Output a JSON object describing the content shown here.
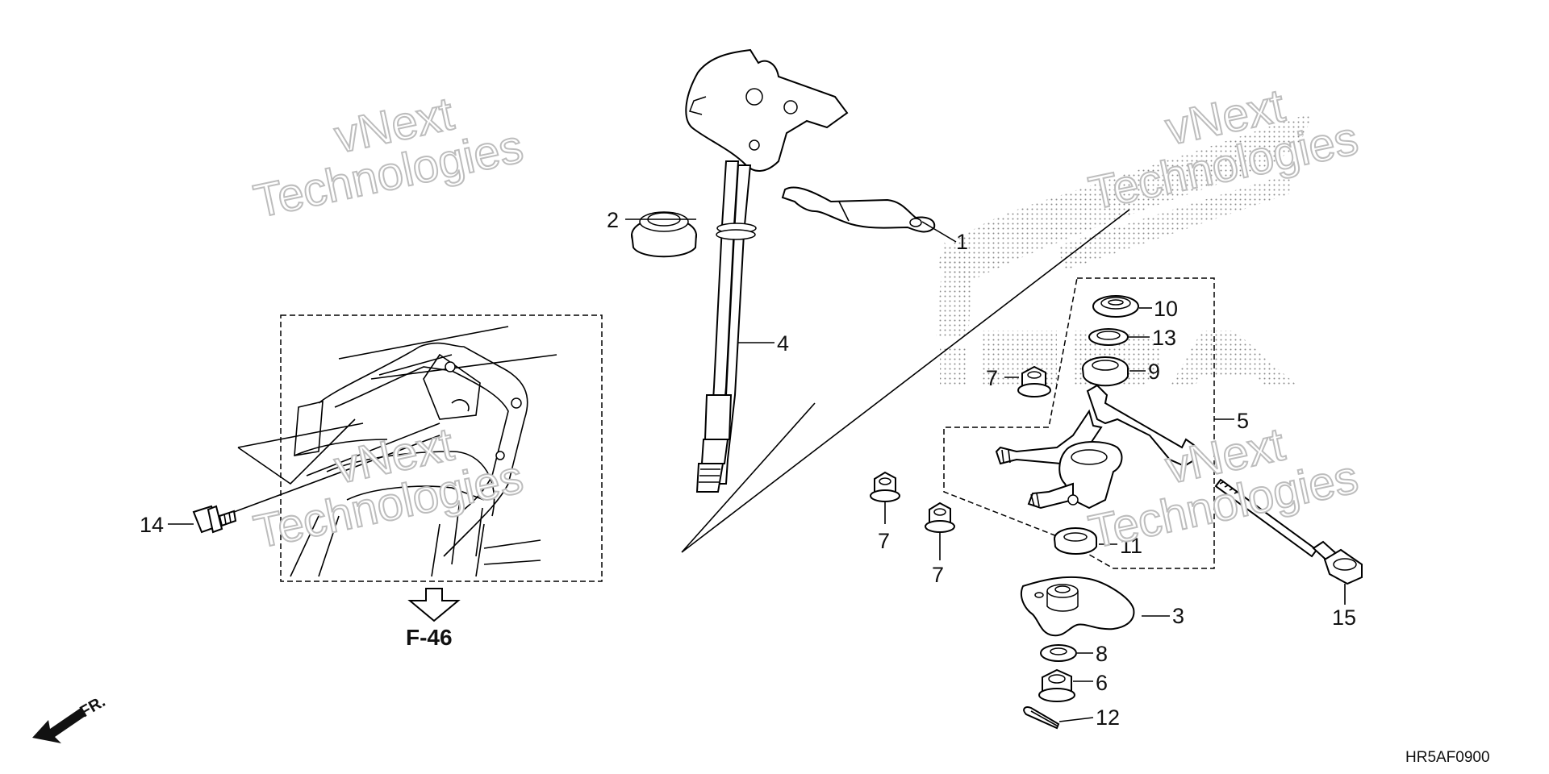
{
  "diagram": {
    "diagram_code": "HR5AF0900",
    "reference": "F-46",
    "direction_label": "FR.",
    "watermark": [
      "vNext",
      "Technologies"
    ],
    "callouts": [
      {
        "id": "c1",
        "label": "1"
      },
      {
        "id": "c2",
        "label": "2"
      },
      {
        "id": "c3",
        "label": "3"
      },
      {
        "id": "c4",
        "label": "4"
      },
      {
        "id": "c5",
        "label": "5"
      },
      {
        "id": "c6",
        "label": "6"
      },
      {
        "id": "c7a",
        "label": "7"
      },
      {
        "id": "c7b",
        "label": "7"
      },
      {
        "id": "c7c",
        "label": "7"
      },
      {
        "id": "c8",
        "label": "8"
      },
      {
        "id": "c9",
        "label": "9"
      },
      {
        "id": "c10",
        "label": "10"
      },
      {
        "id": "c11",
        "label": "11"
      },
      {
        "id": "c12",
        "label": "12"
      },
      {
        "id": "c13",
        "label": "13"
      },
      {
        "id": "c14",
        "label": "14"
      },
      {
        "id": "c15",
        "label": "15"
      }
    ]
  }
}
